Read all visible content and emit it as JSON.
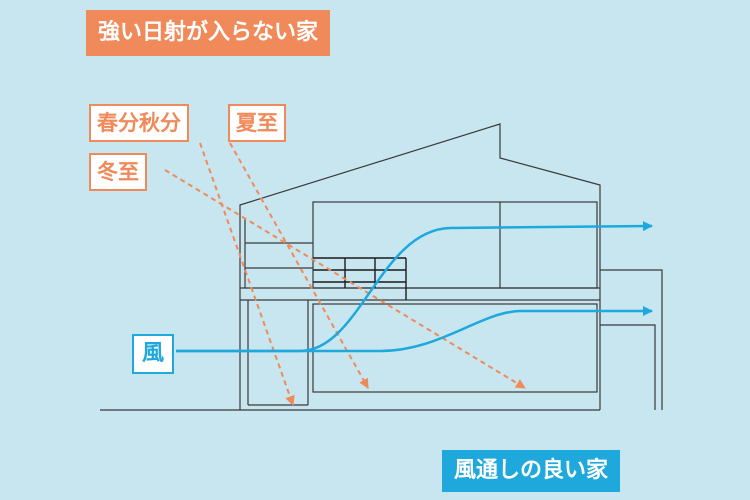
{
  "titles": {
    "top": "強い日射が入らない家",
    "bottom": "風通しの良い家"
  },
  "labels": {
    "equinox": "春分秋分",
    "summer_solstice": "夏至",
    "winter_solstice": "冬至",
    "wind": "風"
  },
  "colors": {
    "background": "#c7e6f0",
    "sun_accent": "#f08a5a",
    "wind_accent": "#1ea8dc",
    "house_line": "#3a3a3a"
  }
}
